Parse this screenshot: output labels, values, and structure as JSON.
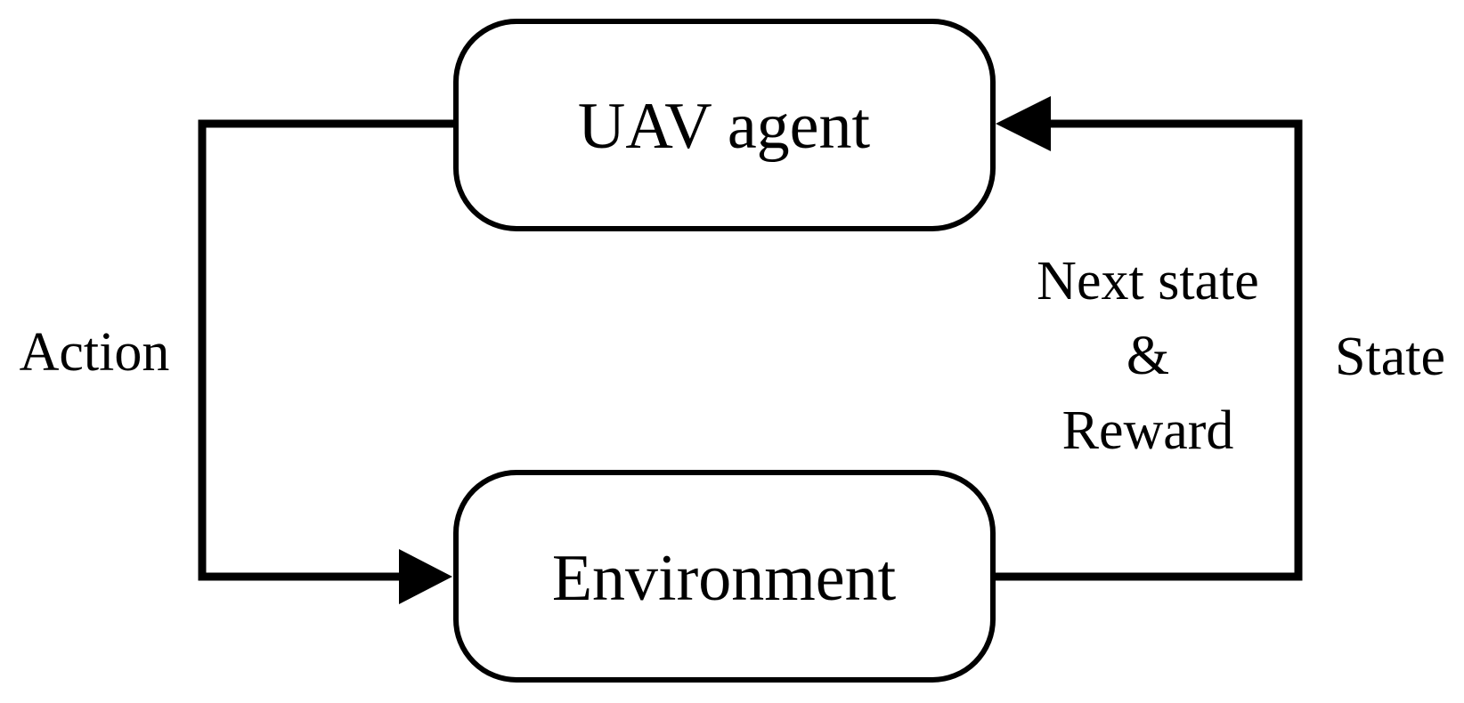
{
  "diagram": {
    "nodes": {
      "agent": {
        "label": "UAV agent"
      },
      "environment": {
        "label": "Environment"
      }
    },
    "edges": {
      "action": {
        "label": "Action"
      },
      "state": {
        "label": "State"
      },
      "feedback": {
        "line1": "Next state",
        "line2": "&",
        "line3": "Reward"
      }
    },
    "colors": {
      "stroke": "#000000",
      "background": "#ffffff"
    }
  }
}
